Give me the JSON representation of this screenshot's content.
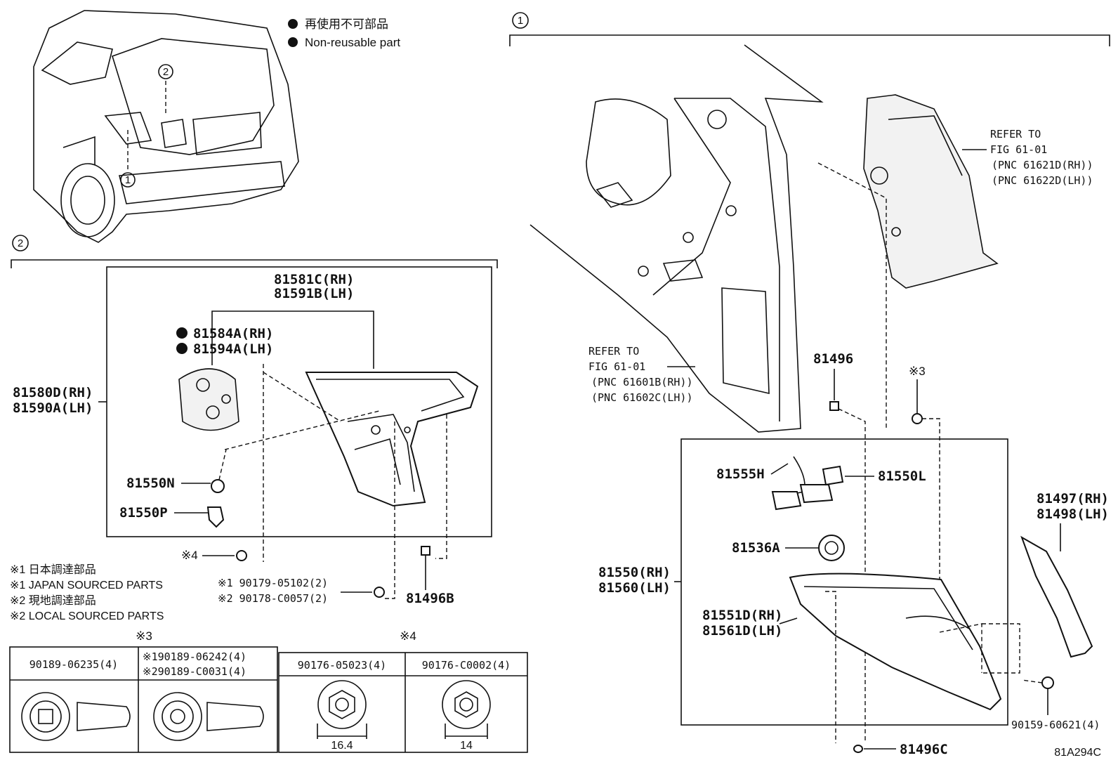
{
  "legend": {
    "line1": "再使用不可部品",
    "line2": "Non-reusable part"
  },
  "callouts": {
    "c1": "1",
    "c2": "2"
  },
  "section2": {
    "header": "2",
    "lens_rh": "81581C(RH)",
    "lens_lh": "81591B(LH)",
    "gasket_rh": "81584A(RH)",
    "gasket_lh": "81594A(LH)",
    "lamp_rh": "81580D(RH)",
    "lamp_lh": "81590A(LH)",
    "bulb": "81550N",
    "socket": "81550P",
    "clip": "81496B",
    "note4": "※4",
    "bolt1": "※1 90179-05102(2)",
    "bolt2": "※2 90178-C0057(2)"
  },
  "notes": {
    "n1": "※1 日本調達部品",
    "n2": "※1 JAPAN SOURCED PARTS",
    "n3": "※2 現地調達部品",
    "n4": "※2 LOCAL SOURCED PARTS"
  },
  "table3": {
    "title": "※3",
    "c1": "90189-06235(4)",
    "c2a": "※190189-06242(4)",
    "c2b": "※290189-C0031(4)"
  },
  "table4": {
    "title": "※4",
    "c1": "90176-05023(4)",
    "c2": "90176-C0002(4)",
    "d1": "16.4",
    "d2": "14"
  },
  "section1": {
    "header": "1",
    "refer_top1": "REFER TO",
    "refer_top2": "FIG 61-01",
    "refer_top3": "(PNC 61621D(RH))",
    "refer_top4": "(PNC 61622D(LH))",
    "refer_mid1": "REFER TO",
    "refer_mid2": "FIG 61-01",
    "refer_mid3": "(PNC 61601B(RH))",
    "refer_mid4": "(PNC 61602C(LH))",
    "clip_top": "81496",
    "note3": "※3",
    "harness": "81555H",
    "bulb2": "81550L",
    "socket2": "81536A",
    "lamp_rh": "81550(RH)",
    "lamp_lh": "81560(LH)",
    "lens_rh": "81551D(RH)",
    "lens_lh": "81561D(LH)",
    "cover_rh": "81497(RH)",
    "cover_lh": "81498(LH)",
    "screw": "90159-60621(4)",
    "clip_bottom": "81496C"
  },
  "code": "81A294C"
}
